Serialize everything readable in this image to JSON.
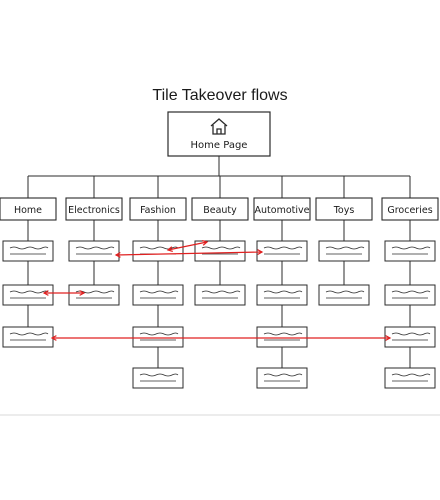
{
  "title": "Tile Takeover flows",
  "root": {
    "label": "Home Page",
    "icon": "home-icon"
  },
  "categories": [
    "Home",
    "Electronics",
    "Fashion",
    "Beauty",
    "Automotive",
    "Toys",
    "Groceries"
  ],
  "colors": {
    "ink": "#2b2b2b",
    "flow": "#e02020",
    "background": "#ffffff",
    "frame_edge": "#d8d8d8"
  }
}
